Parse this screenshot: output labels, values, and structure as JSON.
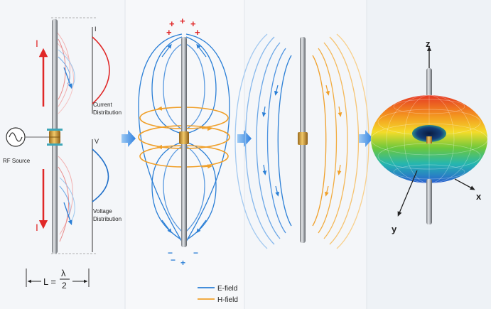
{
  "panel1": {
    "current_axis_label": "I",
    "current_label_line1": "Current",
    "current_label_line2": "Distribution",
    "voltage_axis_label": "V",
    "voltage_label_line1": "Voltage",
    "voltage_label_line2": "Distribution",
    "source_label": "RF Source",
    "current_arrow_top": "I",
    "current_arrow_bottom": "I",
    "length_L": "L =",
    "length_num": "λ",
    "length_den": "2"
  },
  "panel2": {
    "charges_top": [
      "+",
      "+",
      "+",
      "+",
      "+"
    ],
    "charges_bottom": [
      "−",
      "−",
      "+",
      "−"
    ]
  },
  "legend": {
    "e_field": "E-field",
    "h_field": "H-field"
  },
  "panel4": {
    "axis_z": "z",
    "axis_x": "x",
    "axis_y": "y"
  },
  "colors": {
    "e_field": "#2b7fd6",
    "h_field": "#f0a02a",
    "current": "#e02828",
    "voltage": "#1f6fc9",
    "flow_arrow": "#3f8fe0",
    "panel_bg": "#f1f4f8"
  }
}
